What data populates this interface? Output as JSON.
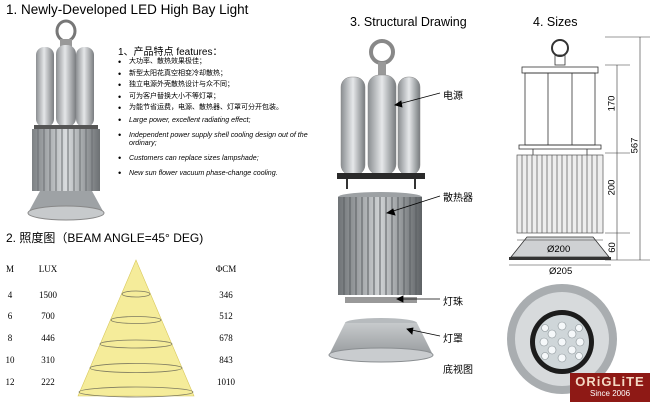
{
  "titles": {
    "main": "1. Newly-Developed LED High Bay Light",
    "structural": "3. Structural Drawing",
    "sizes": "4. Sizes",
    "beam": "2. 照度图（BEAM ANGLE=45° DEG)"
  },
  "features": {
    "title": "1、产品特点  features：",
    "items_cn": [
      "大功率、散热效果极佳；",
      "新型太阳花真空相变冷却散热；",
      "独立电源外壳散热设计与众不同；",
      "可为客户替换大小不等灯罩；",
      "为能节省运费，电源、散热器、灯罩可分开包装。"
    ],
    "items_en": [
      "Large power, excellent radiating effect;",
      "Independent power supply shell cooling design out of the ordinary;",
      "Customers can replace sizes lampshade;",
      "New sun flower vacuum phase-change cooling."
    ]
  },
  "beam_table": {
    "headers": {
      "m": "M",
      "lux": "LUX",
      "cm": "ΦCM"
    },
    "rows": [
      {
        "m": "4",
        "lux": "1500",
        "cm": "346"
      },
      {
        "m": "6",
        "lux": "700",
        "cm": "512"
      },
      {
        "m": "8",
        "lux": "446",
        "cm": "678"
      },
      {
        "m": "10",
        "lux": "310",
        "cm": "843"
      },
      {
        "m": "12",
        "lux": "222",
        "cm": "1010"
      }
    ]
  },
  "structure_labels": {
    "power": "电源",
    "heatsink": "散热器",
    "led": "灯珠",
    "shade": "灯罩",
    "bottom": "底视图"
  },
  "dimensions": {
    "h1": "170",
    "h2": "200",
    "h3": "60",
    "total": "567",
    "d1": "Ø200",
    "d2": "Ø205"
  },
  "logo": {
    "name": "ORiGLiTE",
    "since": "Since 2006"
  },
  "colors": {
    "brand": "#8e1915",
    "bullet_red": "#c00000",
    "beam_yellow": "#f5ec9a"
  }
}
